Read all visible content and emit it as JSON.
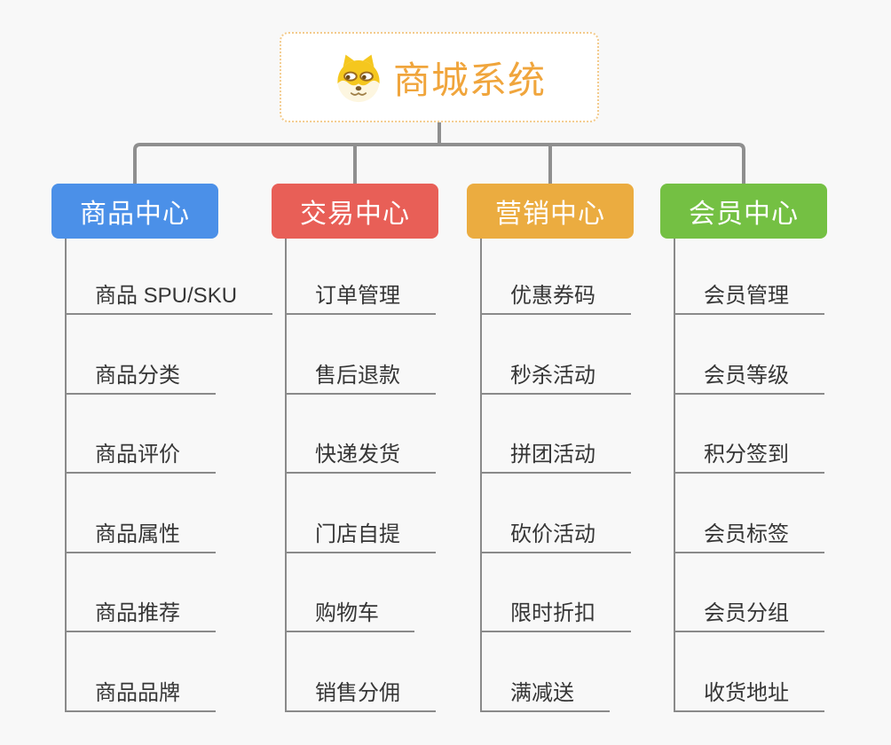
{
  "root": {
    "title": "商城系统",
    "icon": "dog-face-icon"
  },
  "branches": [
    {
      "label": "商品中心",
      "color": "#4b90e8",
      "items": [
        "商品 SPU/SKU",
        "商品分类",
        "商品评价",
        "商品属性",
        "商品推荐",
        "商品品牌"
      ]
    },
    {
      "label": "交易中心",
      "color": "#e85f57",
      "items": [
        "订单管理",
        "售后退款",
        "快递发货",
        "门店自提",
        "购物车",
        "销售分佣"
      ]
    },
    {
      "label": "营销中心",
      "color": "#ebac40",
      "items": [
        "优惠券码",
        "秒杀活动",
        "拼团活动",
        "砍价活动",
        "限时折扣",
        "满减送"
      ]
    },
    {
      "label": "会员中心",
      "color": "#74c043",
      "items": [
        "会员管理",
        "会员等级",
        "积分签到",
        "会员标签",
        "会员分组",
        "收货地址"
      ]
    }
  ],
  "colors": {
    "background": "#f8f8f8",
    "connector": "#8f8f8f",
    "leaf_line": "#8a8a8a",
    "root_accent": "#f0a53c",
    "root_border": "#f3cb8d",
    "leaf_text": "#363636"
  }
}
